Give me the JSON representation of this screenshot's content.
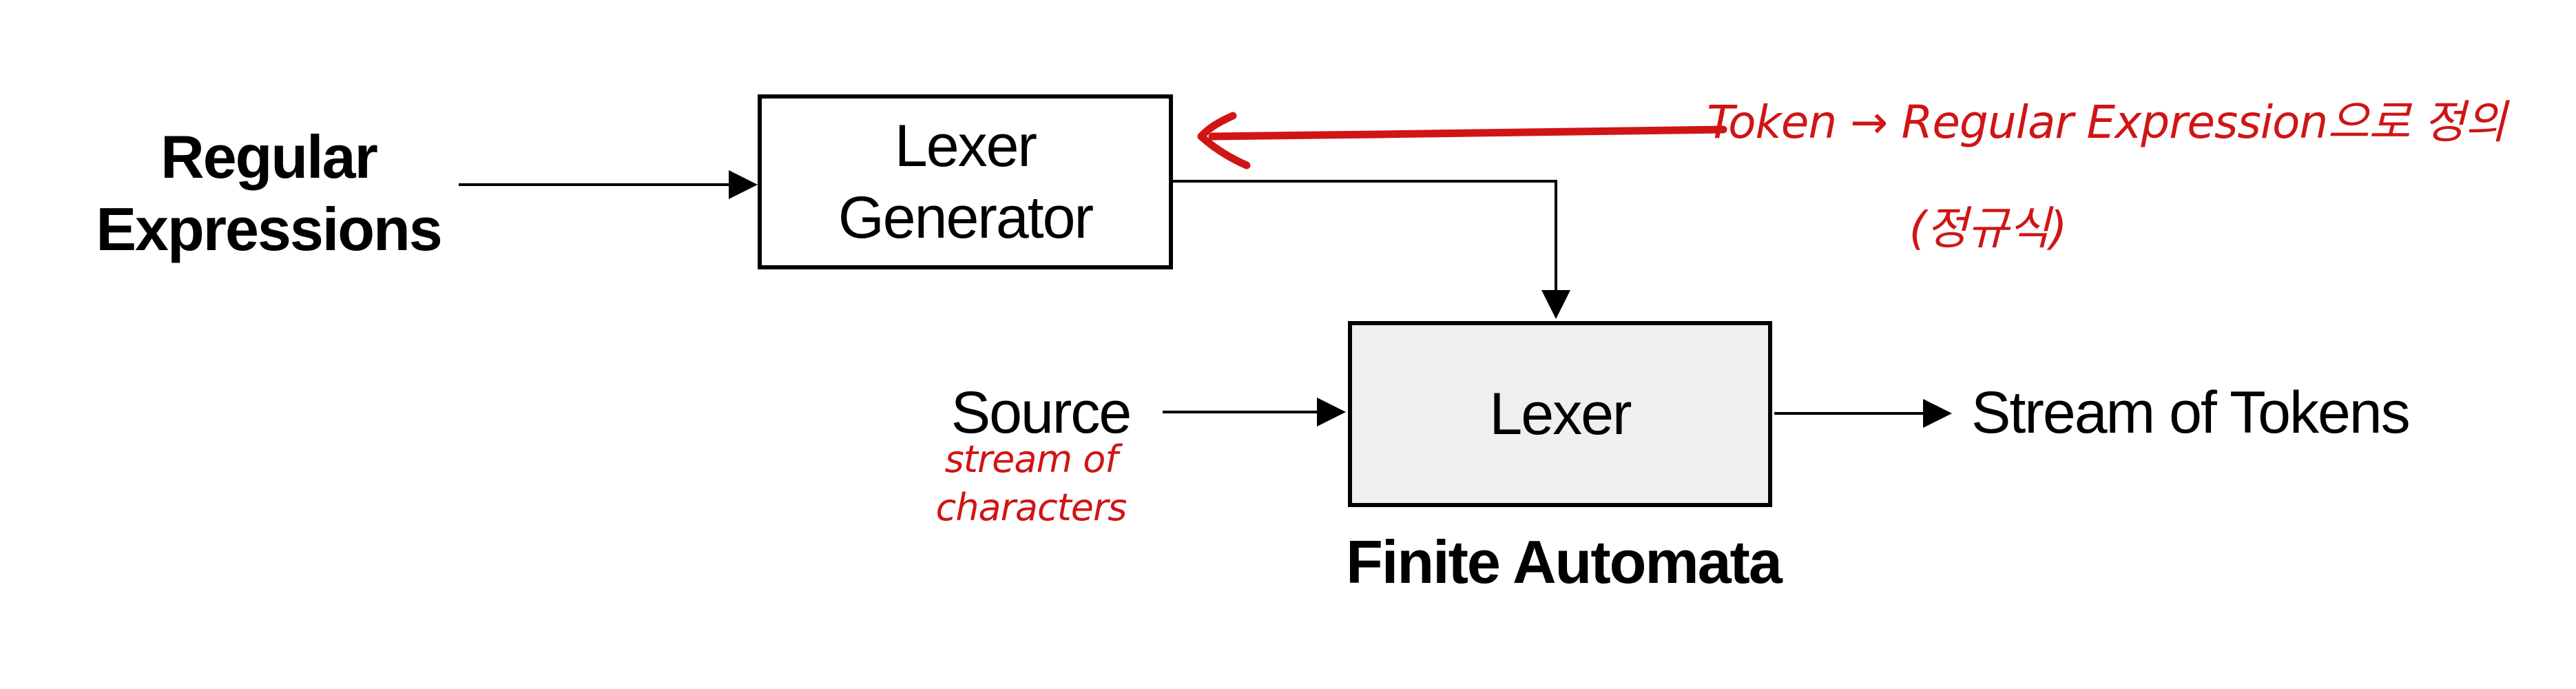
{
  "diagram": {
    "nodes": {
      "regular_expressions": {
        "line1": "Regular",
        "line2": "Expressions"
      },
      "lexer_generator": {
        "line1": "Lexer",
        "line2": "Generator"
      },
      "source": {
        "label": "Source"
      },
      "lexer": {
        "label": "Lexer"
      },
      "finite_automata": {
        "label": "Finite Automata"
      },
      "stream_of_tokens": {
        "label": "Stream of Tokens"
      }
    },
    "annotations": {
      "token_note": {
        "line1": "Token → Regular Expression으로 정의",
        "line2": "(정규식)"
      },
      "source_note": {
        "line1": "stream of",
        "line2": "characters"
      },
      "ink_color": "#d01515"
    },
    "colors": {
      "background": "#ffffff",
      "line": "#000000",
      "lexer_box_fill": "#efefef"
    }
  }
}
